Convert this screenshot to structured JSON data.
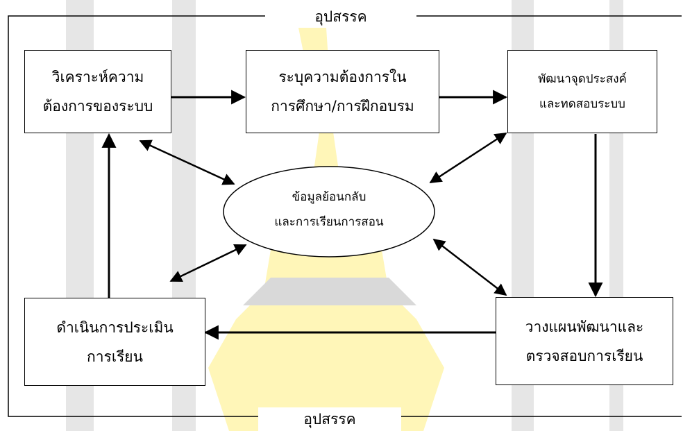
{
  "frame_label_top": "อุปสรรค",
  "frame_label_bottom": "อุปสรรค",
  "boxes": {
    "analyze": {
      "line1": "วิเคราะห์ความ",
      "line2": "ต้องการของระบบ"
    },
    "identify": {
      "line1": "ระบุความต้องการใน",
      "line2": "การศึกษา/การฝึกอบรม"
    },
    "develop": {
      "line1": "พัฒนาจุดประสงค์",
      "line2": "และทดสอบระบบ"
    },
    "plan": {
      "line1": "วางแผนพัฒนาและ",
      "line2": "ตรวจสอบการเรียน"
    },
    "evaluate": {
      "line1": "ดำเนินการประเมิน",
      "line2": "การเรียน"
    }
  },
  "center": {
    "line1": "ข้อมูลย้อนกลับ",
    "line2": "และการเรียนการสอน"
  },
  "colors": {
    "stroke": "#000000",
    "watermark_yellow": "#fff3a6",
    "watermark_gray": "#cfcfcf"
  }
}
